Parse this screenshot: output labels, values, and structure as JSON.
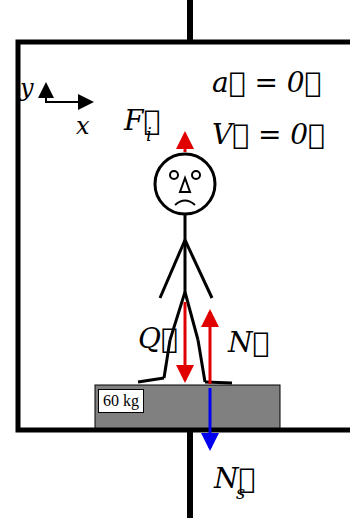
{
  "diagram": {
    "nodes": [
      {
        "text": [
          "60 kg"
        ]
      }
    ],
    "labels": [
      "y",
      "x",
      "F⃗",
      "i",
      "a⃗ = 0⃗",
      "V⃗ = 0⃗",
      "Q⃗",
      "N⃗",
      "N⃗",
      "s"
    ]
  }
}
